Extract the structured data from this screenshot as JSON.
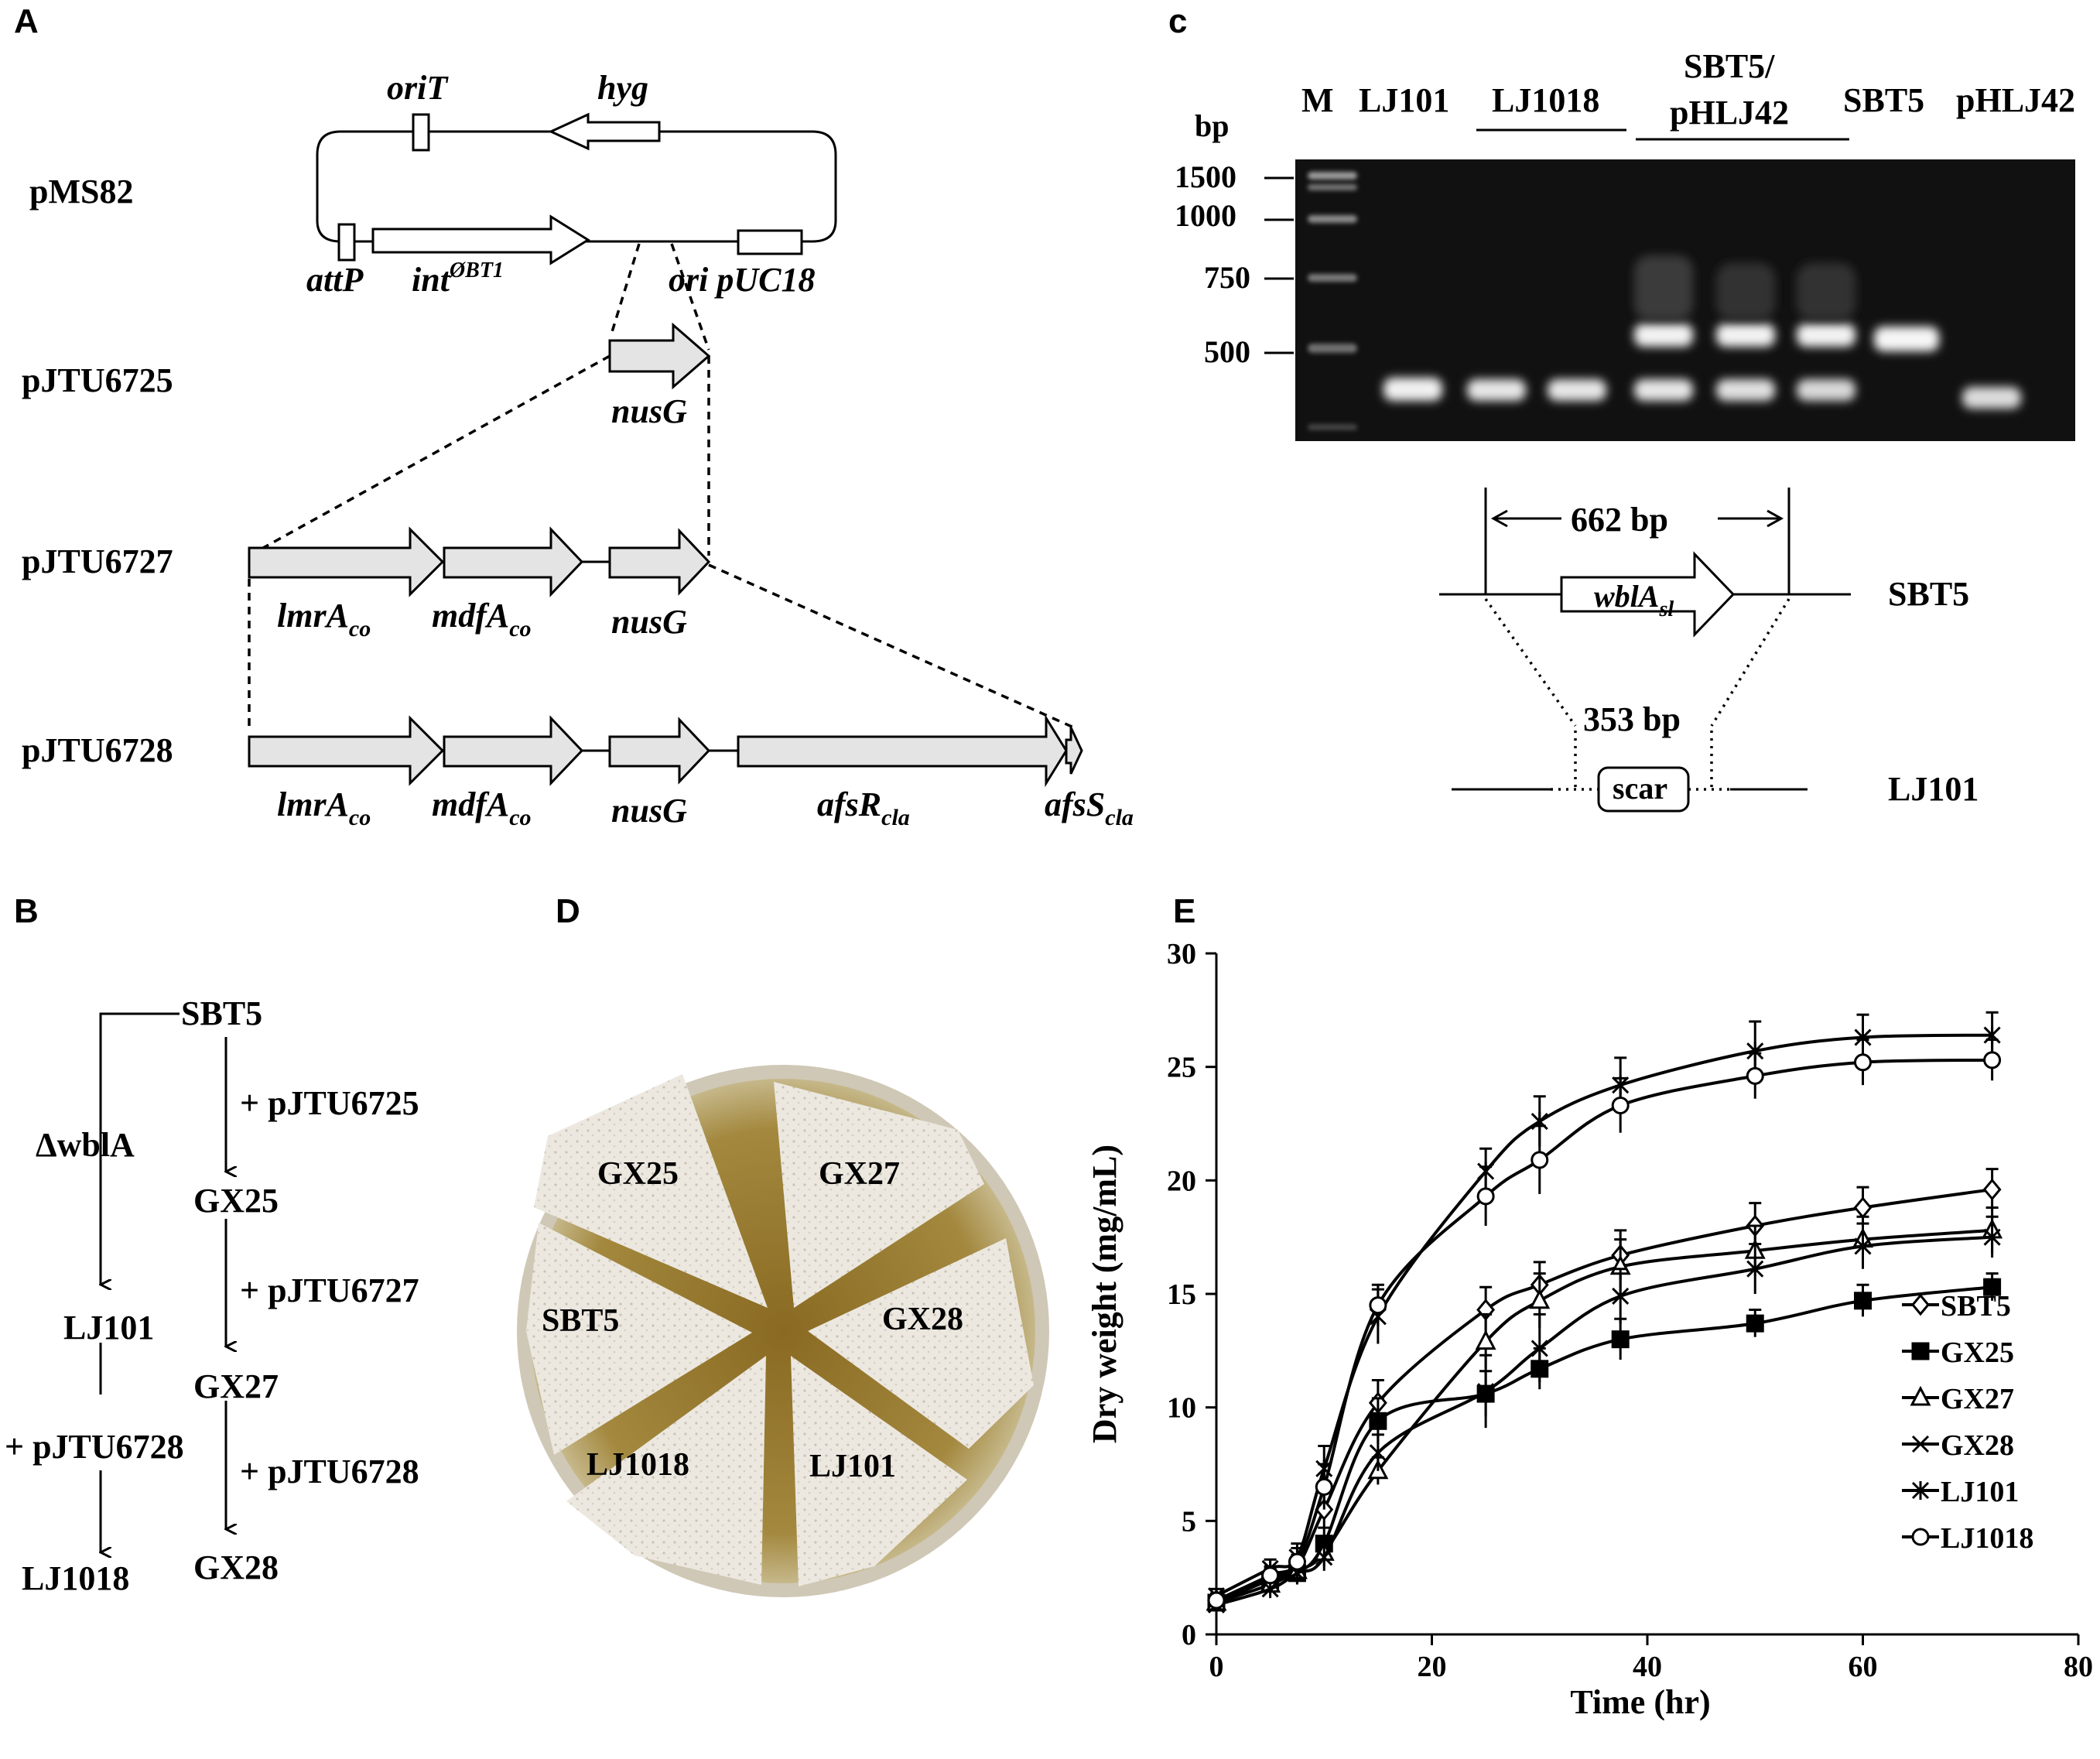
{
  "panels": {
    "A": {
      "letter": "A",
      "plasmids": [
        "pMS82",
        "pJTU6725",
        "pJTU6727",
        "pJTU6728"
      ],
      "labels": {
        "oriT": "oriT",
        "hyg": "hyg",
        "attP": "attP",
        "int": "int",
        "int_sup": "ØBT1",
        "ori": "ori pUC18",
        "nusG": "nusG",
        "lmrA": "lmrA",
        "lmrA_sub": "co",
        "mdfA": "mdfA",
        "mdfA_sub": "co",
        "afsR": "afsR",
        "afsR_sub": "cla",
        "afsS": "afsS",
        "afsS_sub": "cla"
      }
    },
    "B": {
      "letter": "B",
      "nodes": [
        "SBT5",
        "GX25",
        "GX27",
        "GX28",
        "LJ101",
        "LJ1018"
      ],
      "steps": [
        "+ pJTU6725",
        "+ pJTU6727",
        "+ pJTU6728",
        "+ pJTU6728"
      ],
      "deletion": "ΔwblA"
    },
    "C": {
      "letter": "c",
      "lanes": [
        "M",
        "LJ101",
        "LJ1018",
        "SBT5/",
        "pHLJ42",
        "SBT5",
        "pHLJ42"
      ],
      "bp_unit": "bp",
      "markers": [
        "1500",
        "1000",
        "750",
        "500"
      ],
      "sizes": [
        "662 bp",
        "353 bp"
      ],
      "gene": "wblA",
      "gene_sub": "sl",
      "scar": "scar",
      "strains": [
        "SBT5",
        "LJ101"
      ]
    },
    "D": {
      "letter": "D",
      "sectors": [
        "GX25",
        "GX27",
        "GX28",
        "LJ101",
        "LJ1018",
        "SBT5"
      ],
      "colors": {
        "plate": "#8a6f2a",
        "agar": "#a6873a",
        "colony": "#ece8e0",
        "rim": "#cfc8b6"
      }
    },
    "E": {
      "letter": "E"
    }
  },
  "chart_data": {
    "type": "line",
    "xlabel": "Time (hr)",
    "ylabel": "Dry weight (mg/mL)",
    "xlim": [
      0,
      80
    ],
    "ylim": [
      0,
      30
    ],
    "xticks": [
      "0",
      "20",
      "40",
      "60",
      "80"
    ],
    "yticks": [
      "0",
      "5",
      "10",
      "15",
      "20",
      "25",
      "30"
    ],
    "legend_position": "bottom-right",
    "x": [
      0,
      5,
      7.5,
      10,
      15,
      25,
      30,
      37.5,
      50,
      60,
      72
    ],
    "series": [
      {
        "name": "SBT5",
        "marker": "diamond",
        "values": [
          1.5,
          2.5,
          3.0,
          5.5,
          10.2,
          14.3,
          15.4,
          16.7,
          18.0,
          18.8,
          19.6
        ],
        "errors": [
          0.3,
          0.4,
          0.5,
          0.8,
          1.0,
          1.0,
          1.0,
          1.1,
          1.0,
          0.9,
          0.9
        ]
      },
      {
        "name": "GX25",
        "marker": "square",
        "values": [
          1.4,
          2.4,
          2.7,
          4.0,
          9.4,
          10.6,
          11.7,
          13.0,
          13.7,
          14.7,
          15.3
        ],
        "errors": [
          0.3,
          0.4,
          0.5,
          0.7,
          1.0,
          1.0,
          0.9,
          0.9,
          0.6,
          0.7,
          0.6
        ]
      },
      {
        "name": "GX27",
        "marker": "triangle",
        "values": [
          1.4,
          2.2,
          2.8,
          3.6,
          7.2,
          12.9,
          14.7,
          16.2,
          16.9,
          17.4,
          17.8
        ],
        "errors": [
          0.3,
          0.4,
          0.5,
          0.6,
          0.6,
          1.2,
          1.2,
          1.2,
          1.1,
          1.0,
          1.0
        ]
      },
      {
        "name": "GX28",
        "marker": "x",
        "values": [
          1.3,
          2.0,
          2.7,
          3.4,
          8.0,
          10.7,
          12.6,
          14.9,
          16.1,
          17.1,
          17.5
        ],
        "errors": [
          0.3,
          0.4,
          0.5,
          0.6,
          0.8,
          1.6,
          1.5,
          1.2,
          1.1,
          1.0,
          0.9
        ]
      },
      {
        "name": "LJ101",
        "marker": "star",
        "values": [
          1.7,
          2.9,
          3.4,
          7.3,
          14.0,
          20.4,
          22.6,
          24.2,
          25.7,
          26.3,
          26.4
        ],
        "errors": [
          0.3,
          0.4,
          0.6,
          1.0,
          1.2,
          1.0,
          1.1,
          1.2,
          1.3,
          1.0,
          1.0
        ]
      },
      {
        "name": "LJ1018",
        "marker": "circle",
        "values": [
          1.5,
          2.6,
          3.2,
          6.5,
          14.5,
          19.3,
          20.9,
          23.3,
          24.6,
          25.2,
          25.3
        ],
        "errors": [
          0.3,
          0.4,
          0.6,
          1.0,
          0.9,
          1.3,
          1.5,
          1.2,
          1.0,
          1.0,
          0.9
        ]
      }
    ]
  }
}
